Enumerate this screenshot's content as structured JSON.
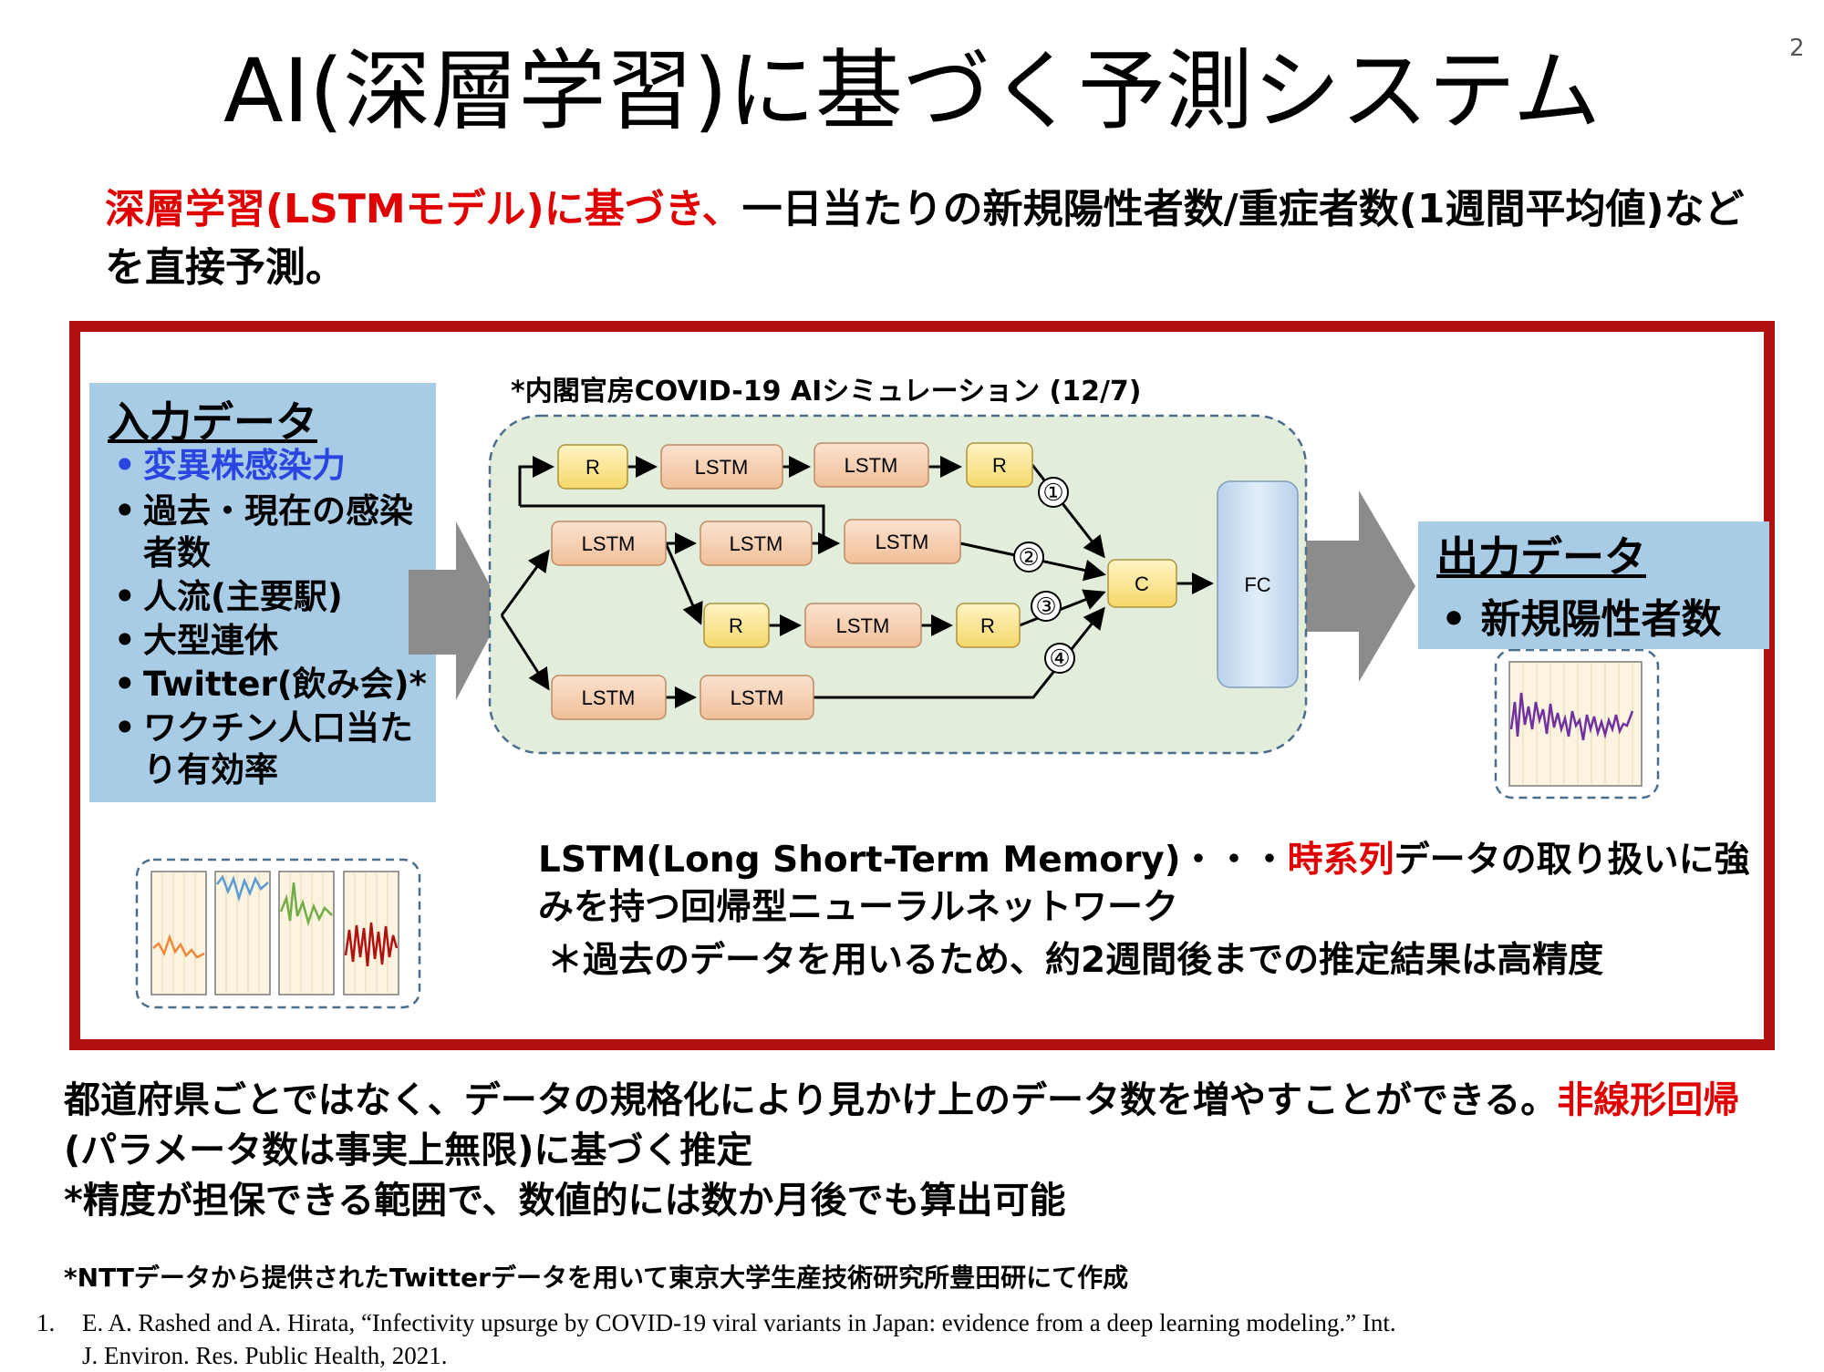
{
  "page_number": "2",
  "title": "AI(深層学習)に基づく予測システム",
  "subtitle": {
    "red_part": "深層学習(LSTMモデル)に基づき、",
    "black_part": "一日当たりの新規陽性者数/重症者数(1週間平均値)などを直接予測。"
  },
  "input": {
    "heading": "入力データ",
    "items": [
      {
        "text": "変異株感染力",
        "color": "#2a45e0"
      },
      {
        "text": "過去・現在の感染者数",
        "color": "#000000"
      },
      {
        "text": "人流(主要駅)",
        "color": "#000000"
      },
      {
        "text": "大型連休",
        "color": "#000000"
      },
      {
        "text": "Twitter(飲み会)*",
        "color": "#000000"
      },
      {
        "text": "ワクチン人口当たり有効率",
        "color": "#000000"
      }
    ]
  },
  "sim_label": "*内閣官房COVID-19 AIシミュレーション (12/7)",
  "network": {
    "nodes": {
      "r1": "R",
      "lstm1": "LSTM",
      "lstm2": "LSTM",
      "r2": "R",
      "lstm3": "LSTM",
      "lstm4": "LSTM",
      "lstm5": "LSTM",
      "r3": "R",
      "lstm6": "LSTM",
      "r4": "R",
      "lstm7": "LSTM",
      "lstm8": "LSTM",
      "c": "C",
      "fc": "FC"
    },
    "branch_labels": [
      "①",
      "②",
      "③",
      "④"
    ]
  },
  "output": {
    "heading": "出力データ",
    "item": "• 新規陽性者数"
  },
  "lstm_description": {
    "prefix": "LSTM(Long Short-Term Memory)・・・",
    "red": "時系列",
    "suffix": "データの取り扱いに強みを持つ回帰型ニューラルネットワーク",
    "note": "＊過去のデータを用いるため、約2週間後までの推定結果は高精度"
  },
  "bottom": {
    "line1": "都道府県ごとではなく、データの規格化により見かけ上のデータ数を増やすことができる。",
    "red": "非線形回帰",
    "line2_rest": "(パラメータ数は事実上無限)に基づく推定",
    "line3": "*精度が担保できる範囲で、数値的には数か月後でも算出可能"
  },
  "footnote": "*NTTデータから提供されたTwitterデータを用いて東京大学生産技術研究所豊田研にて作成",
  "reference": {
    "number": "1.",
    "text": "E. A. Rashed and A. Hirata, “Infectivity upsurge by COVID-19 viral variants in Japan: evidence from a deep learning modeling.” Int. J. Environ. Res. Public Health, 2021."
  },
  "colors": {
    "frame": "#b01010",
    "box_blue": "#a9cce6",
    "network_bg": "#e2eedb",
    "lstm_node": "#f6cfb0",
    "r_node": "#fce89a",
    "fc_node": "#c6dcf0",
    "series_orange": "#f0883a",
    "series_blue": "#5b9bd5",
    "series_green": "#70ad47",
    "series_red": "#b01010",
    "series_purple": "#7030a0"
  }
}
